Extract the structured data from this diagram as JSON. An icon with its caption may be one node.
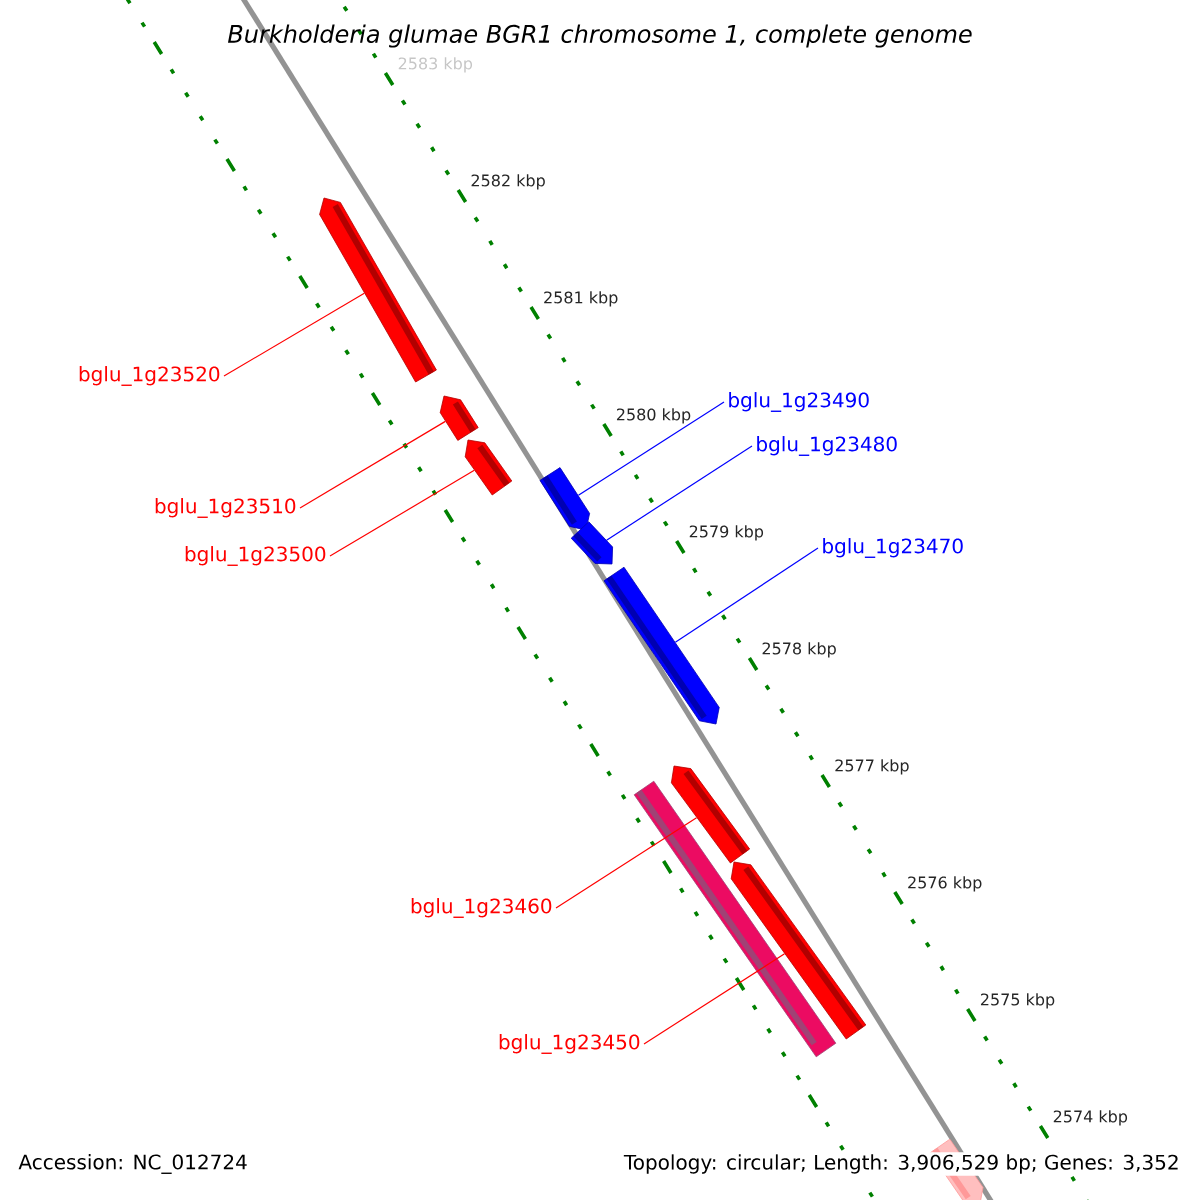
{
  "diagram": {
    "title": "Burkholderia glumae BGR1 chromosome 1, complete genome",
    "nodes": [
      {
        "text": [
          "bglu_1g23520"
        ]
      },
      {
        "text": [
          "bglu_1g23510"
        ]
      },
      {
        "text": [
          "bglu_1g23500"
        ]
      },
      {
        "text": [
          "bglu_1g23490"
        ]
      },
      {
        "text": [
          "bglu_1g23480"
        ]
      },
      {
        "text": [
          "bglu_1g23470"
        ]
      },
      {
        "text": [
          "bglu_1g23460"
        ]
      },
      {
        "text": [
          "bglu_1g23450"
        ]
      },
      {
        "text": [],
        "shape": "arrow"
      },
      {
        "text": [],
        "shape": "arrow"
      },
      {
        "text": [],
        "shape": "arrow"
      },
      {
        "text": [],
        "shape": "arrow"
      },
      {
        "text": [],
        "shape": "arrow"
      },
      {
        "text": [],
        "shape": "arrow"
      },
      {
        "text": [],
        "shape": "arrow"
      },
      {
        "text": [],
        "shape": "bar"
      },
      {
        "text": [],
        "shape": "arrow"
      },
      {
        "text": [],
        "shape": "arrow"
      }
    ],
    "edges": [
      {
        "from": 0,
        "to": 8,
        "arrow": "none"
      },
      {
        "from": 1,
        "to": 9,
        "arrow": "none"
      },
      {
        "from": 2,
        "to": 10,
        "arrow": "none"
      },
      {
        "from": 3,
        "to": 11,
        "arrow": "none",
        "color": "#0000ff"
      },
      {
        "from": 4,
        "to": 12,
        "arrow": "none",
        "color": "#0000ff"
      },
      {
        "from": 5,
        "to": 13,
        "arrow": "none",
        "color": "#0000ff"
      },
      {
        "from": 6,
        "to": 14,
        "arrow": "none"
      },
      {
        "from": 7,
        "to": 16,
        "arrow": "none"
      }
    ],
    "labels": [
      "2583 kbp",
      "2582 kbp",
      "2581 kbp",
      "2580 kbp",
      "2579 kbp",
      "2578 kbp",
      "2577 kbp",
      "2576 kbp",
      "2575 kbp",
      "2574 kbp",
      "Accession: NC_012724",
      "Topology: circular; Length: 3,906,529 bp; Genes: 3,352"
    ]
  }
}
